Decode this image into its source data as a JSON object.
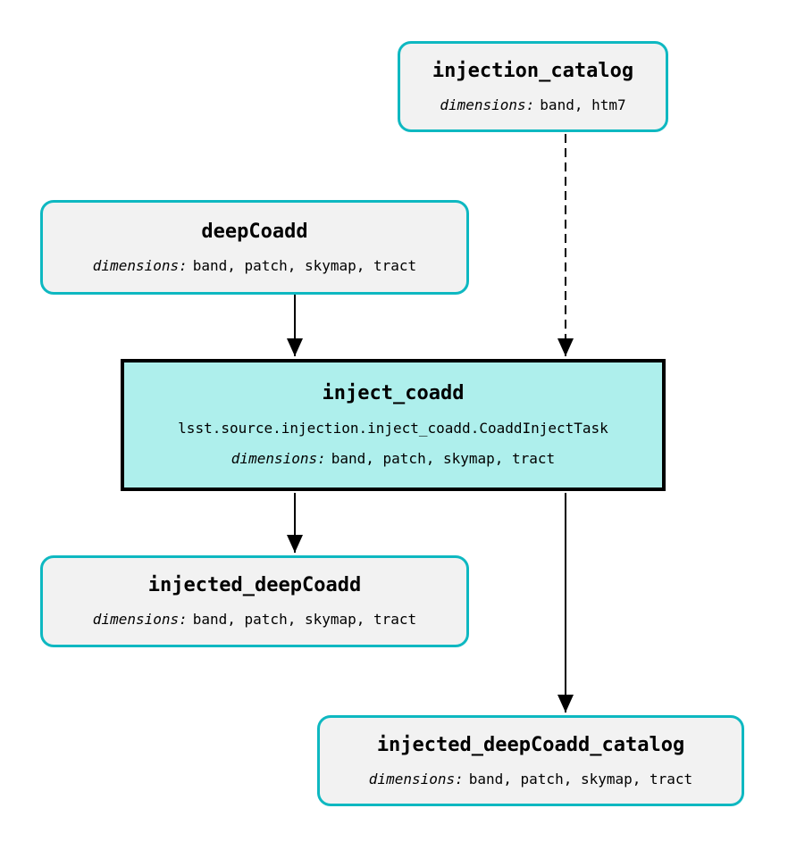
{
  "diagram": {
    "type": "pipeline-flowchart",
    "nodes": {
      "injection_catalog": {
        "title": "injection_catalog",
        "dimensions_label": "dimensions:",
        "dimensions_value": "band, htm7",
        "kind": "dataset"
      },
      "deepCoadd": {
        "title": "deepCoadd",
        "dimensions_label": "dimensions:",
        "dimensions_value": "band, patch, skymap, tract",
        "kind": "dataset"
      },
      "inject_coadd": {
        "title": "inject_coadd",
        "task_class": "lsst.source.injection.inject_coadd.CoaddInjectTask",
        "dimensions_label": "dimensions:",
        "dimensions_value": "band, patch, skymap, tract",
        "kind": "task"
      },
      "injected_deepCoadd": {
        "title": "injected_deepCoadd",
        "dimensions_label": "dimensions:",
        "dimensions_value": "band, patch, skymap, tract",
        "kind": "dataset"
      },
      "injected_deepCoadd_catalog": {
        "title": "injected_deepCoadd_catalog",
        "dimensions_label": "dimensions:",
        "dimensions_value": "band, patch, skymap, tract",
        "kind": "dataset"
      }
    },
    "edges": [
      {
        "from": "deepCoadd",
        "to": "inject_coadd",
        "style": "solid"
      },
      {
        "from": "injection_catalog",
        "to": "inject_coadd",
        "style": "dashed"
      },
      {
        "from": "inject_coadd",
        "to": "injected_deepCoadd",
        "style": "solid"
      },
      {
        "from": "inject_coadd",
        "to": "injected_deepCoadd_catalog",
        "style": "solid"
      }
    ],
    "colors": {
      "dataset_border": "#0eb8c1",
      "dataset_fill": "#f2f2f2",
      "task_fill": "#aeefec",
      "task_border": "#000000",
      "edge": "#000000",
      "background": "#ffffff"
    }
  }
}
